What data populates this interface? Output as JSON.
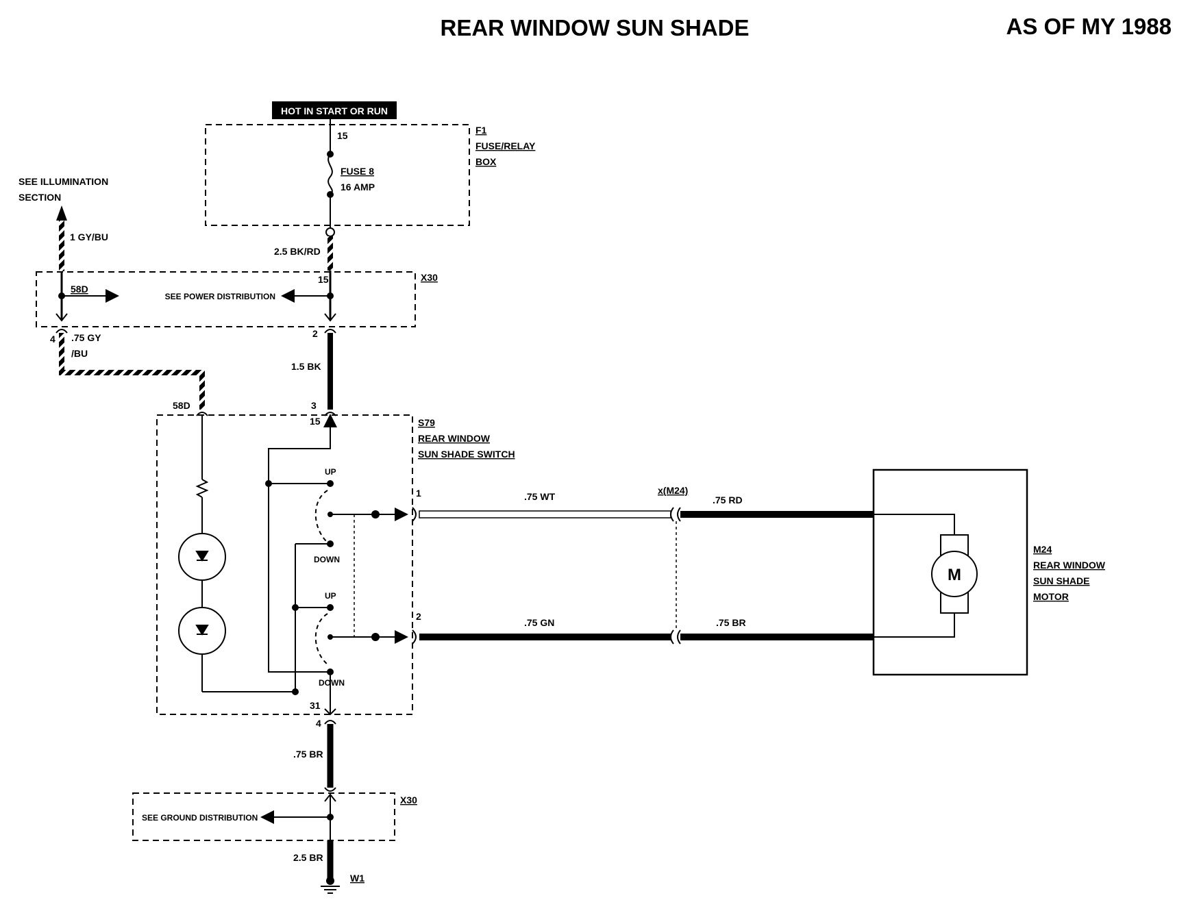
{
  "header": {
    "title": "REAR WINDOW SUN SHADE",
    "model_year": "AS OF MY 1988"
  },
  "power_banner": "HOT IN START OR RUN",
  "fuse_box": {
    "terminal": "15",
    "ref": "F1",
    "name_line1": "FUSE/RELAY",
    "name_line2": "BOX",
    "fuse_name": "FUSE 8",
    "fuse_rating": "16 AMP"
  },
  "illumination": {
    "line1": "SEE ILLUMINATION",
    "line2": "SECTION",
    "wire": "1 GY/BU"
  },
  "connector_top": {
    "ref": "X30",
    "terminal_58d": "58D",
    "terminal_15": "15",
    "see_power": "SEE POWER DISTRIBUTION",
    "pin_left": "4",
    "pin_right": "2"
  },
  "wires": {
    "fuse_out": "2.5 BK/RD",
    "switch_feed": "1.5 BK",
    "illum_a": ".75 GY",
    "illum_b": "/BU",
    "out1": ".75 WT",
    "out2": ".75 GN",
    "motor1": ".75 RD",
    "motor2": ".75 BR",
    "ground_a": ".75 BR",
    "ground_b": "2.5 BR"
  },
  "switch": {
    "ref": "S79",
    "name_line1": "REAR WINDOW",
    "name_line2": "SUN SHADE SWITCH",
    "term_58d": "58D",
    "term_3": "3",
    "term_15": "15",
    "up": "UP",
    "down": "DOWN",
    "pin1": "1",
    "pin2": "2",
    "term_31": "31",
    "pin4": "4"
  },
  "motor_connector": "x(M24)",
  "motor": {
    "ref": "M24",
    "name_line1": "REAR WINDOW",
    "name_line2": "SUN SHADE",
    "name_line3": "MOTOR",
    "symbol": "M"
  },
  "connector_bottom": {
    "ref": "X30",
    "see_ground": "SEE GROUND DISTRIBUTION"
  },
  "ground": "W1"
}
